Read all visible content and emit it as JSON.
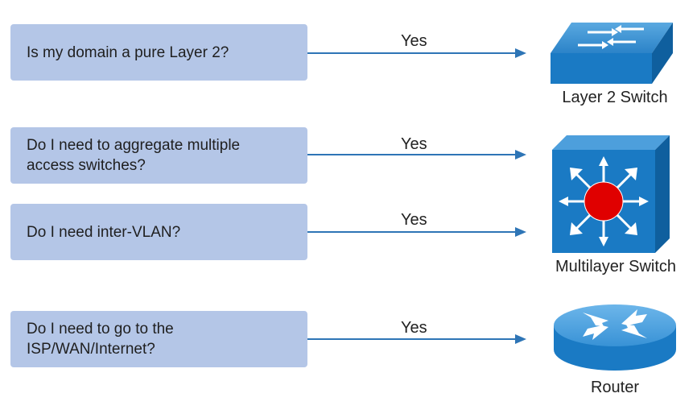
{
  "rows": [
    {
      "question": "Is my domain a pure Layer 2?",
      "answer": "Yes"
    },
    {
      "question": "Do I need to aggregate multiple\naccess switches?",
      "answer": "Yes"
    },
    {
      "question": "Do I need inter-VLAN?",
      "answer": "Yes"
    },
    {
      "question": "Do I need to go to the\nISP/WAN/Internet?",
      "answer": "Yes"
    }
  ],
  "devices": {
    "layer2": {
      "label": "Layer 2 Switch",
      "icon": "layer2-switch-icon"
    },
    "multilayer": {
      "label": "Multilayer Switch",
      "icon": "multilayer-switch-icon"
    },
    "router": {
      "label": "Router",
      "icon": "router-icon"
    }
  },
  "colors": {
    "box_fill": "#b4c6e7",
    "arrow": "#2e75b6",
    "device_blue": "#1a7ac4",
    "multilayer_center": "#e00000"
  }
}
